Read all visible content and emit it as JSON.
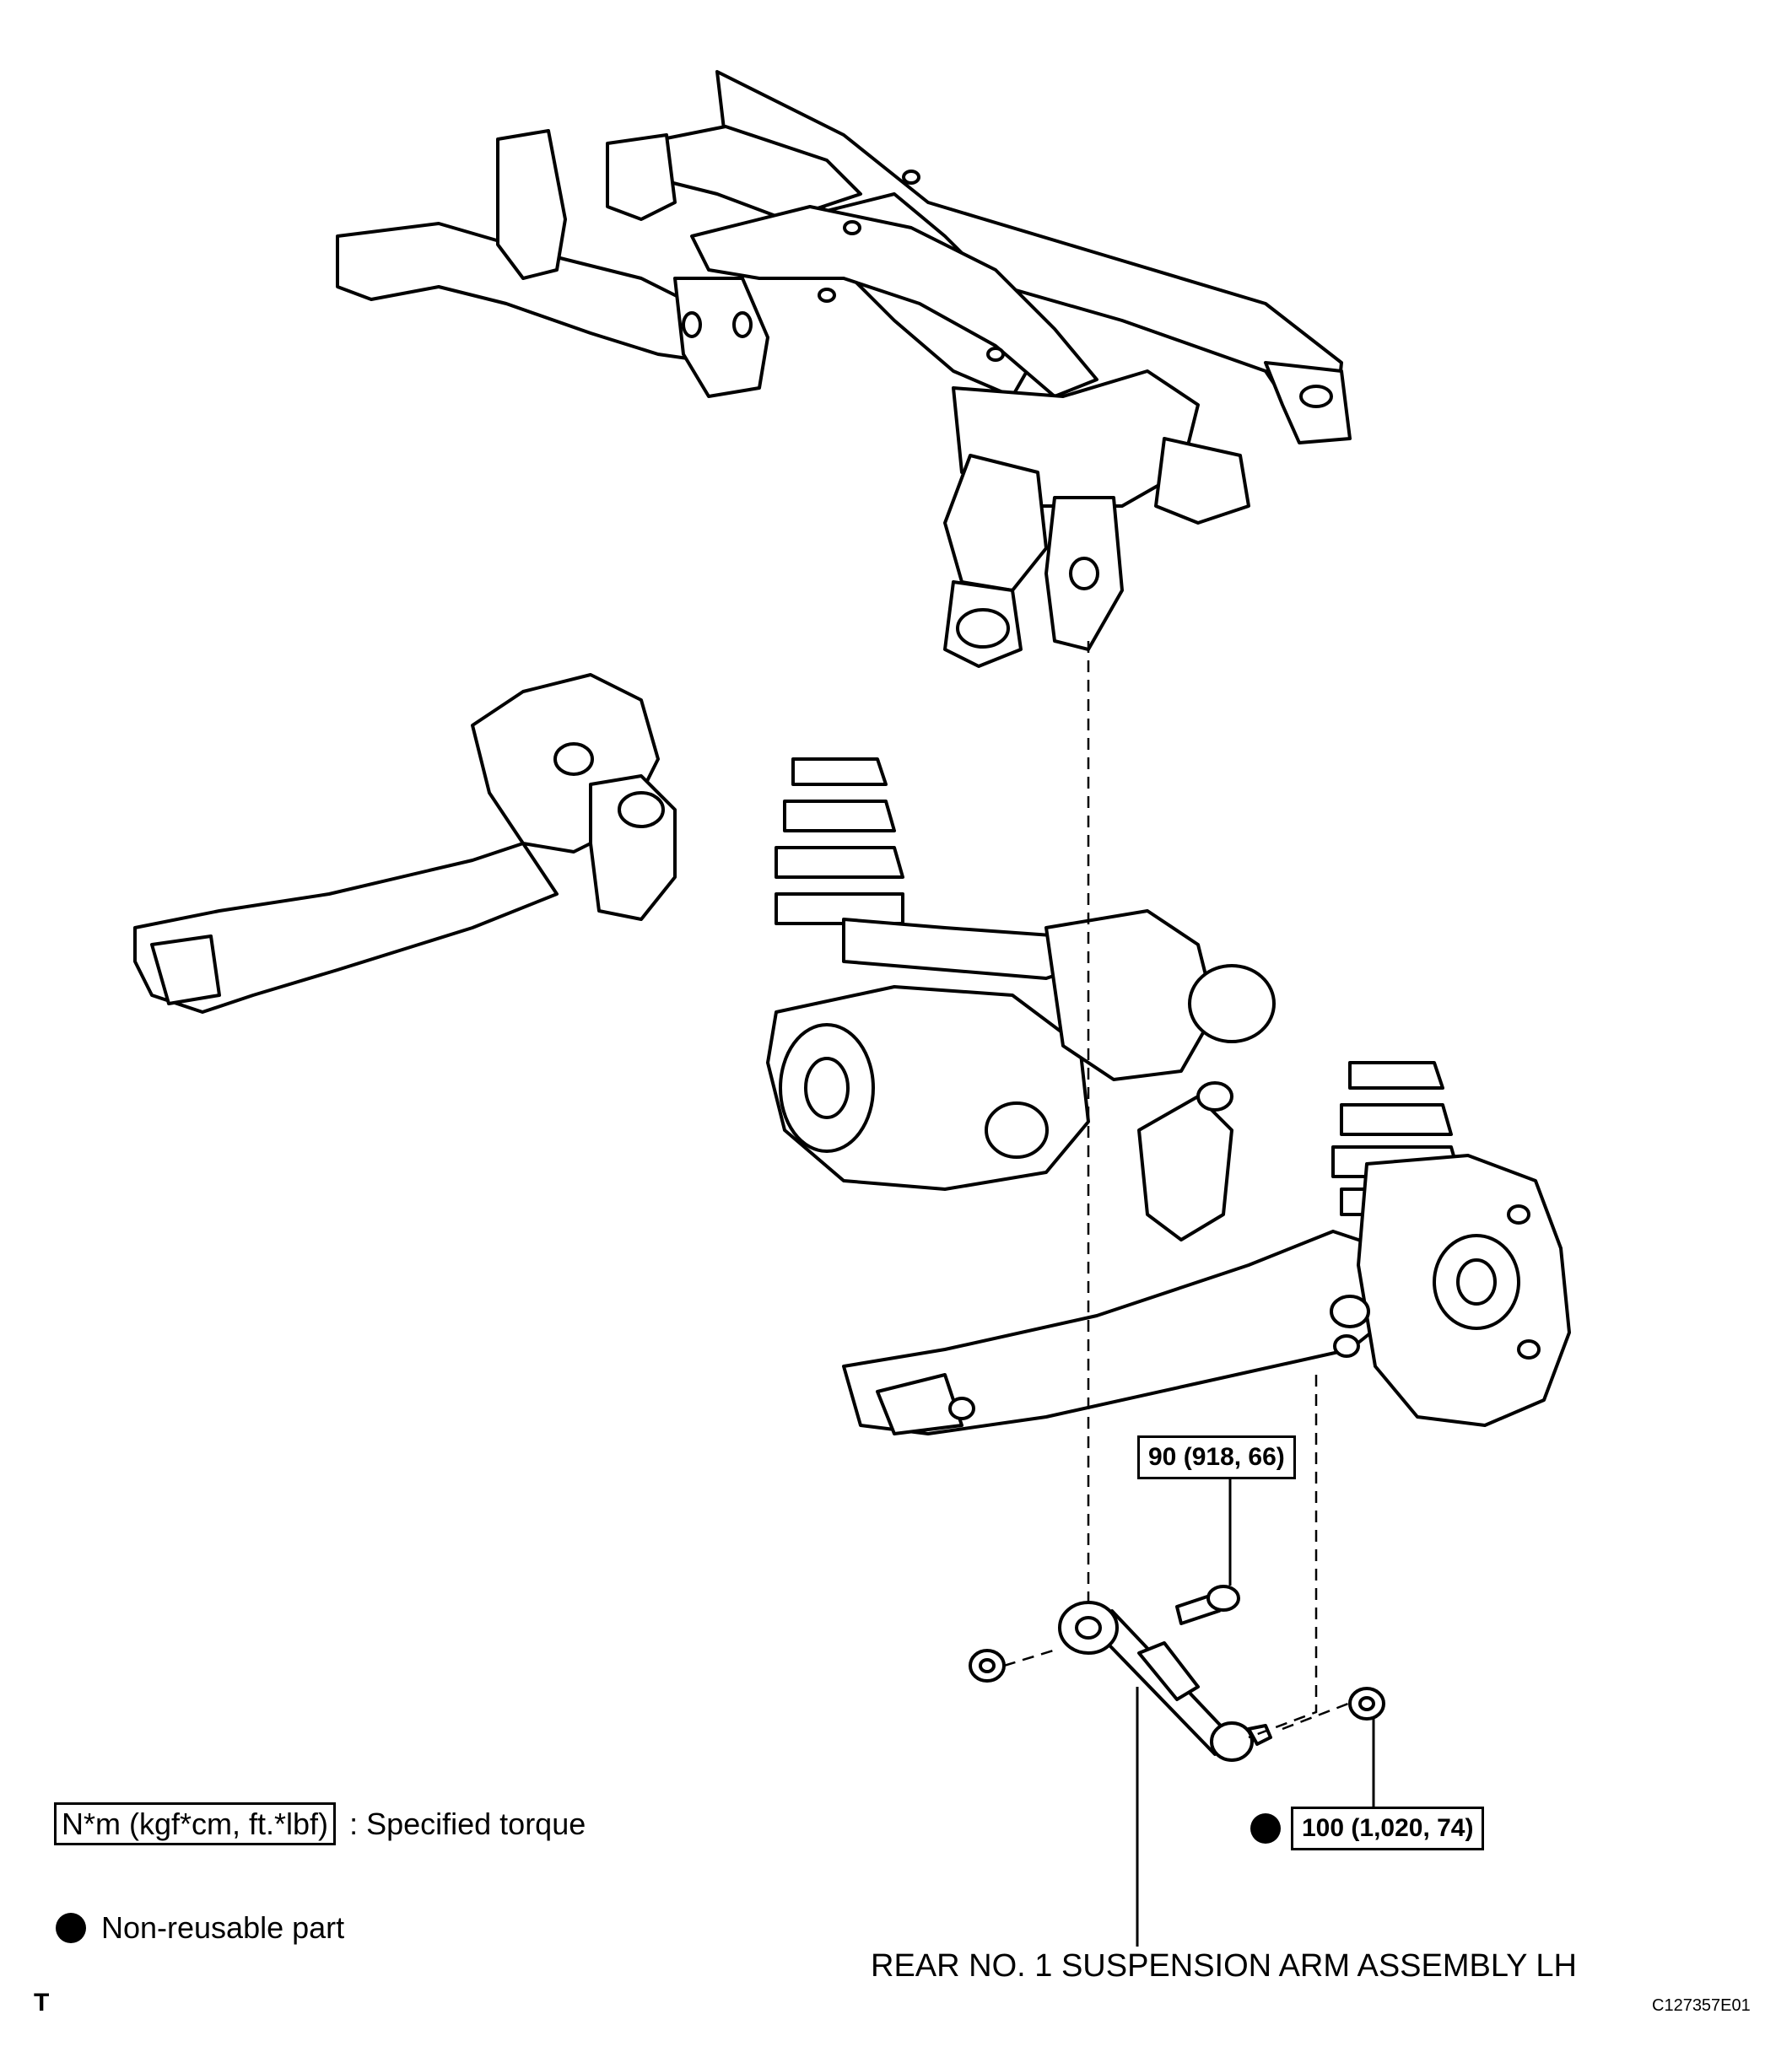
{
  "callouts": {
    "torque_bolt": "90 (918, 66)",
    "torque_nut": "100 (1,020, 74)",
    "part_name": "REAR NO. 1 SUSPENSION ARM ASSEMBLY LH"
  },
  "legend": {
    "torque_box": "N*m (kgf*cm, ft.*lbf)",
    "torque_text": ": Specified torque",
    "nonreusable_text": "Non-reusable part"
  },
  "footer": {
    "corner_mark": "T",
    "figure_id": "C127357E01"
  }
}
